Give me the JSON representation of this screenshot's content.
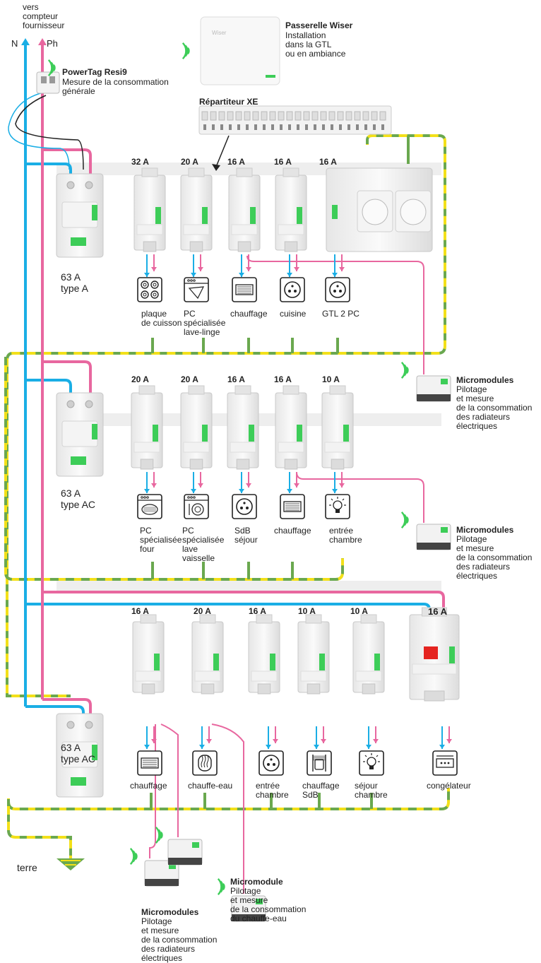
{
  "top": {
    "supplier": "vers\ncompteur\nfournisseur",
    "neutral": "N",
    "phase": "Ph",
    "earth": "terre"
  },
  "powertag": {
    "title": "PowerTag Resi9",
    "desc": "Mesure de la consommation\ngénérale"
  },
  "gateway": {
    "title": "Passerelle Wiser",
    "desc": "Installation\ndans la GTL\nou en ambiance",
    "brand": "Wiser"
  },
  "distributor": {
    "title": "Répartiteur XE"
  },
  "rows": [
    {
      "rcd": "63 A\ntype A",
      "breakers": [
        {
          "amp": "32 A",
          "label": "plaque\nde cuisson",
          "icon": "cooktop-icon"
        },
        {
          "amp": "20 A",
          "label": "PC\nspécialisée\nlave-linge",
          "icon": "washing-machine-icon"
        },
        {
          "amp": "16 A",
          "label": "chauffage",
          "icon": "heater-icon"
        },
        {
          "amp": "16 A",
          "label": "cuisine",
          "icon": "socket-icon"
        },
        {
          "amp": "16 A",
          "label": "GTL 2 PC",
          "icon": "socket-icon"
        }
      ]
    },
    {
      "rcd": "63 A\ntype AC",
      "breakers": [
        {
          "amp": "20 A",
          "label": "PC\nspécialisée\nfour",
          "icon": "oven-icon"
        },
        {
          "amp": "20 A",
          "label": "PC\nspécialisée\nlave\nvaisselle",
          "icon": "dishwasher-icon"
        },
        {
          "amp": "16 A",
          "label": "SdB\nséjour",
          "icon": "socket-icon"
        },
        {
          "amp": "16 A",
          "label": "chauffage",
          "icon": "heater-icon"
        },
        {
          "amp": "10 A",
          "label": "entrée\nchambre",
          "icon": "light-icon"
        }
      ]
    },
    {
      "rcd": "63 A\ntype AC",
      "breakers": [
        {
          "amp": "16 A",
          "label": "chauffage",
          "icon": "heater-icon"
        },
        {
          "amp": "20 A",
          "label": "chauffe-eau",
          "icon": "water-heater-icon"
        },
        {
          "amp": "16 A",
          "label": "entrée\nchambre",
          "icon": "socket-icon"
        },
        {
          "amp": "10 A",
          "label": "chauffage\nSdB",
          "icon": "towel-radiator-icon"
        },
        {
          "amp": "10 A",
          "label": "séjour\nchambre",
          "icon": "light-icon"
        },
        {
          "amp": "16 A",
          "label": "congélateur",
          "icon": "freezer-icon"
        }
      ]
    }
  ],
  "micromodules": [
    {
      "title": "Micromodules",
      "desc": "Pilotage\net mesure\nde la consommation\ndes radiateurs\nélectriques"
    },
    {
      "title": "Micromodules",
      "desc": "Pilotage\net mesure\nde la consommation\ndes radiateurs\nélectriques"
    },
    {
      "title": "Micromodules",
      "desc": "Pilotage\net mesure\nde la consommation\ndes radiateurs\nélectriques"
    },
    {
      "title": "Micromodule",
      "desc": "Pilotage\net mesure\nde la consommation\ndu chauffe-eau"
    }
  ],
  "colors": {
    "neutral": "#1aaee5",
    "phase": "#e8679f",
    "earth_green": "#6aa84f",
    "earth_yellow": "#f3e019",
    "schneider_green": "#3dcd58"
  }
}
